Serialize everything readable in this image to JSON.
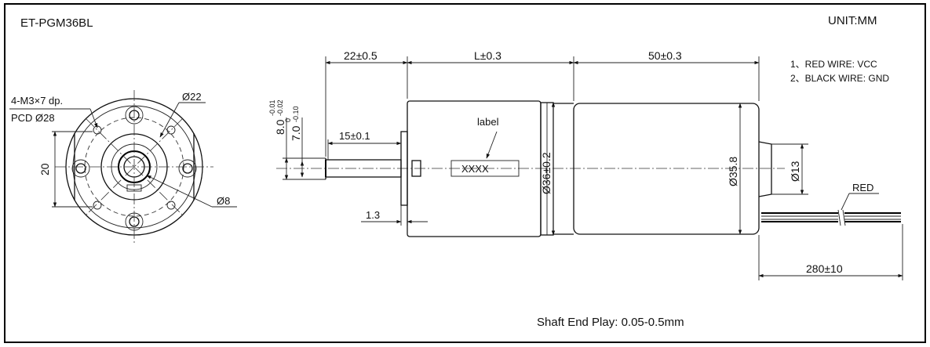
{
  "header": {
    "model": "ET-PGM36BL",
    "unit": "UNIT:MM"
  },
  "wires": {
    "line1": "1、RED WIRE: VCC",
    "line2": "2、BLACK WIRE: GND",
    "red_tag": "RED"
  },
  "front_view": {
    "holes": "4-M3×7 dp.",
    "pcd": "PCD Ø28",
    "d22": "Ø22",
    "d8": "Ø8",
    "height": "20"
  },
  "side_view": {
    "dim_22": "22±0.5",
    "dim_L": "L±0.3",
    "dim_50": "50±0.3",
    "dim_15": "15±0.1",
    "dim_13": "1.3",
    "dim_280": "280±10",
    "dim_d36": "Ø36±0.2",
    "dim_d358": "Ø35.8",
    "dim_d13": "Ø13",
    "label_word": "label",
    "label_box": "XXXX",
    "tol8": {
      "nominal": "8.0",
      "upper": "-0.01",
      "lower": "-0.02"
    },
    "tol7": {
      "nominal": "7.0",
      "upper": "0",
      "lower": "-0.10"
    }
  },
  "footer": {
    "note": "Shaft End Play: 0.05-0.5mm"
  },
  "colors": {
    "line": "#111111",
    "background": "#ffffff"
  }
}
